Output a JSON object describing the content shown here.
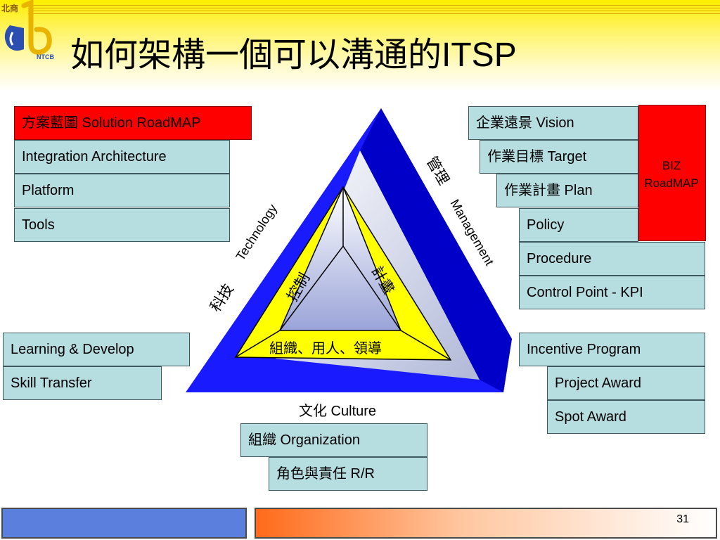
{
  "slide": {
    "title": "如何架構一個可以溝通的",
    "title_suffix": "ITSP",
    "page_number": "31"
  },
  "logo": {
    "text_top": "北商",
    "text_bottom": "NTCB"
  },
  "left_top_stack": {
    "items": [
      "方案藍圖  Solution RoadMAP",
      "Integration Architecture",
      "Platform",
      "Tools"
    ]
  },
  "right_top_stack": {
    "items": [
      "企業遠景  Vision",
      "作業目標 Target",
      "作業計畫 Plan",
      "Policy",
      "Procedure",
      "Control Point - KPI"
    ]
  },
  "biz_roadmap": {
    "line1": "BIZ",
    "line2": "RoadMAP"
  },
  "left_bottom_stack": {
    "items": [
      "Learning & Develop",
      "Skill Transfer"
    ]
  },
  "right_bottom_stack": {
    "items": [
      "Incentive Program",
      "Project Award",
      "Spot Award"
    ]
  },
  "bottom_center_stack": {
    "items": [
      "組織 Organization",
      "角色與責任 R/R"
    ]
  },
  "triangle": {
    "left_label_cn": "科技",
    "left_label_en": "Technology",
    "right_label_cn": "管理",
    "right_label_en": "Management",
    "bottom_label": "文化  Culture",
    "inner_left": "控制",
    "inner_right": "計畫",
    "inner_bottom": "組織、用人、領導"
  },
  "colors": {
    "box_fill": "#b6dde0",
    "red_box": "#ff0000",
    "triangle_blue": "#1a1aff",
    "inner_yellow": "#ffff00",
    "header_yellow": "#ffee00"
  }
}
